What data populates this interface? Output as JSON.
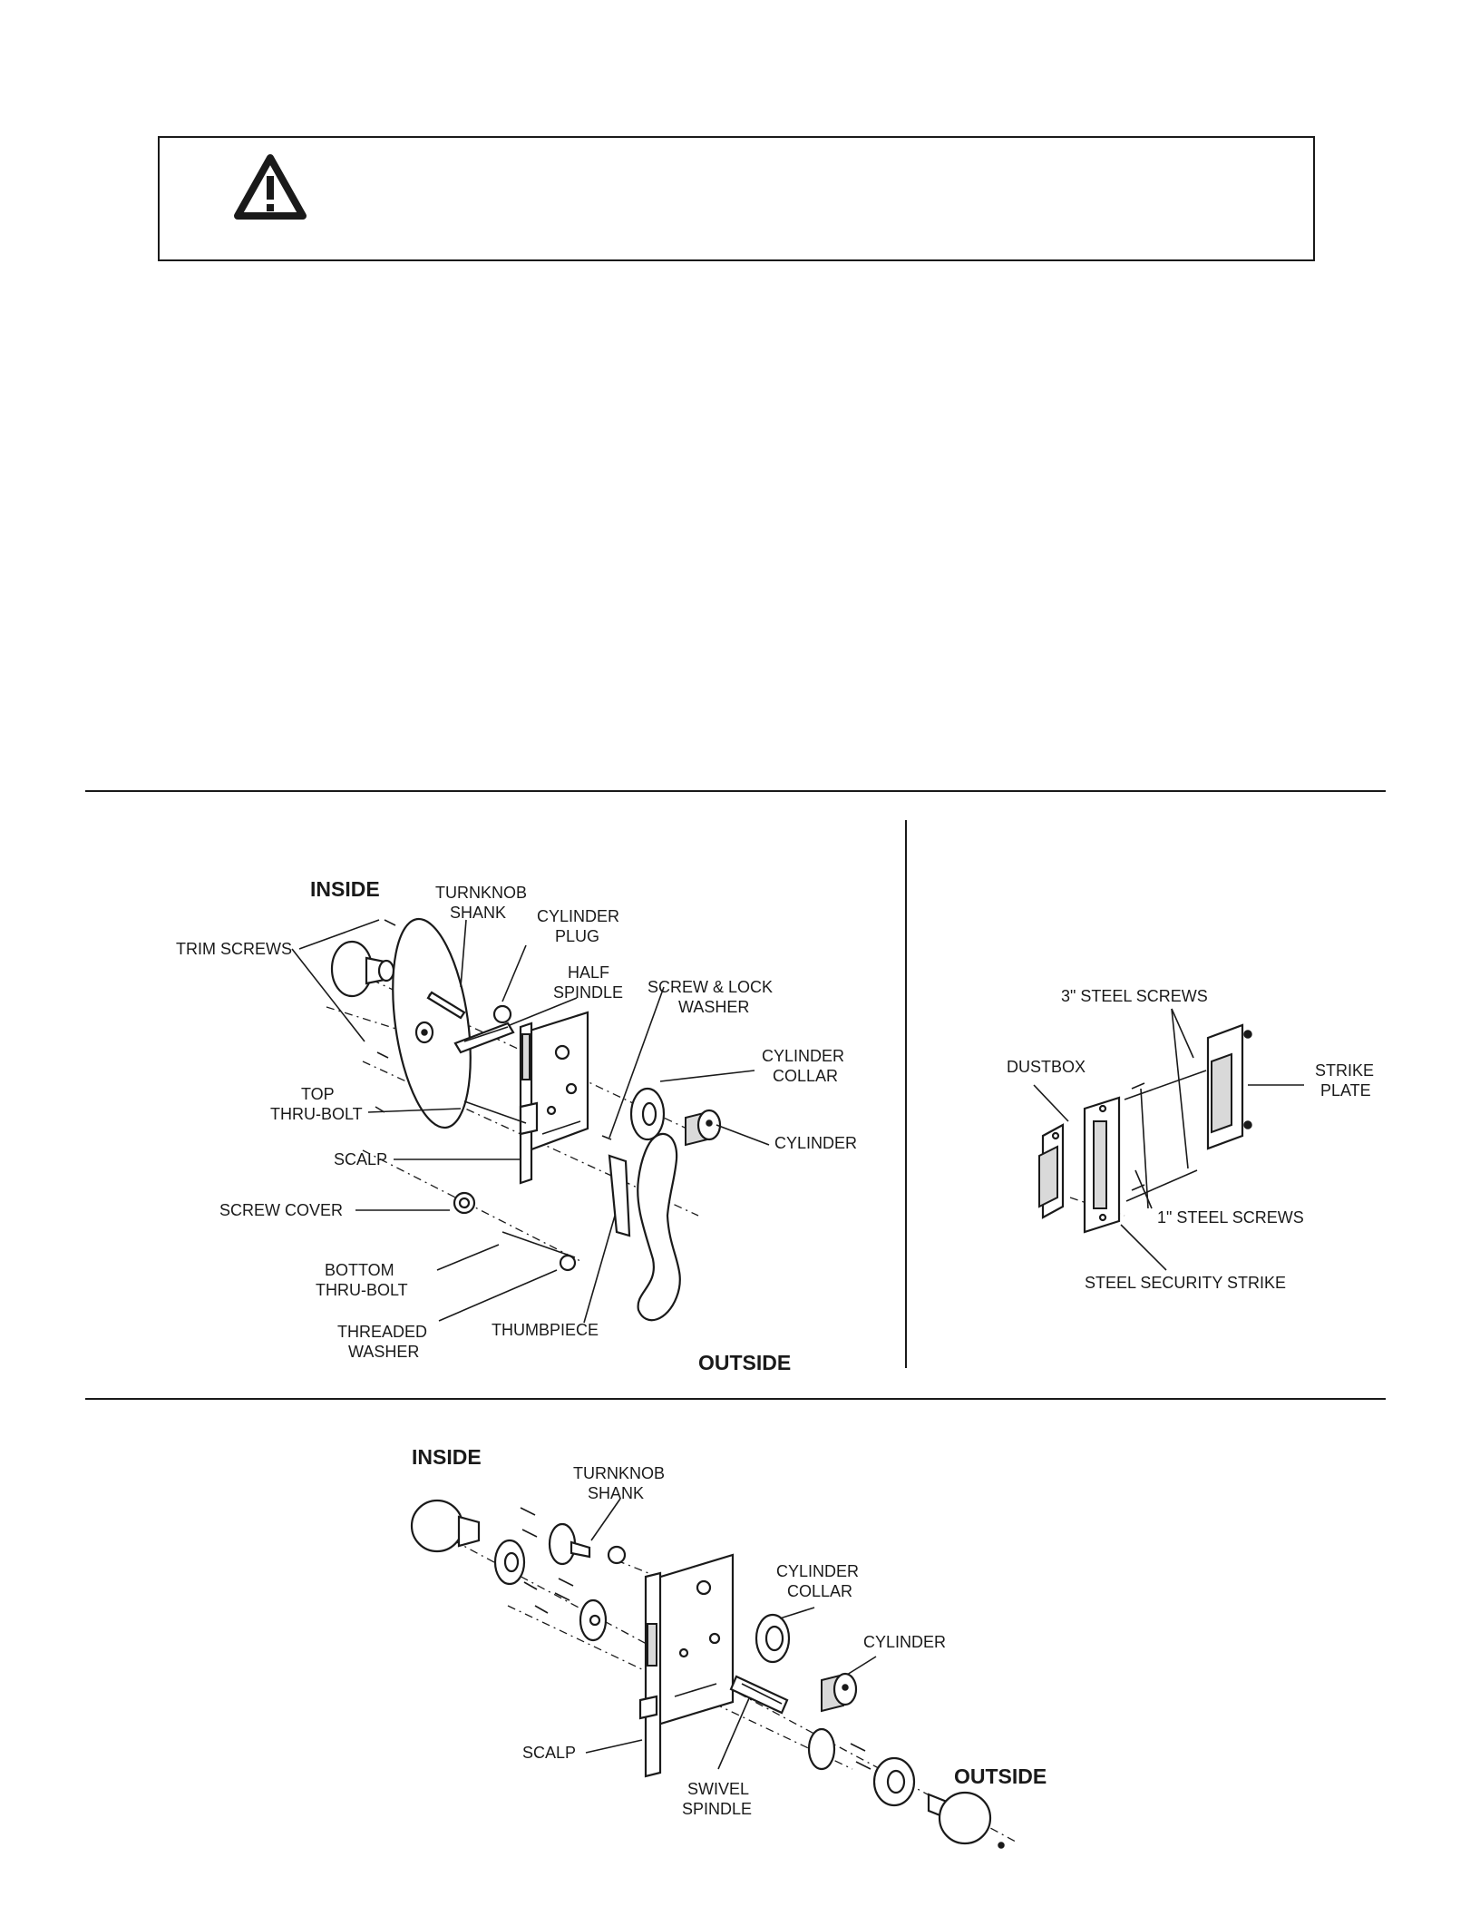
{
  "warning": {
    "icon": "warning-triangle-icon"
  },
  "figure_a": {
    "side_inside": "INSIDE",
    "side_outside": "OUTSIDE",
    "labels": {
      "trim_screws": "TRIM SCREWS",
      "turnknob_1": "TURNKNOB",
      "turnknob_2": "SHANK",
      "cyl_plug_1": "CYLINDER",
      "cyl_plug_2": "PLUG",
      "half_spindle_1": "HALF",
      "half_spindle_2": "SPINDLE",
      "screw_lock_1": "SCREW & LOCK",
      "screw_lock_2": "WASHER",
      "cyl_collar_1": "CYLINDER",
      "cyl_collar_2": "COLLAR",
      "top_thru_1": "TOP",
      "top_thru_2": "THRU-BOLT",
      "scalp": "SCALP",
      "cylinder": "CYLINDER",
      "screw_cover": "SCREW COVER",
      "bottom_thru_1": "BOTTOM",
      "bottom_thru_2": "THRU-BOLT",
      "threaded_1": "THREADED",
      "threaded_2": "WASHER",
      "thumbpiece": "THUMBPIECE"
    }
  },
  "figure_b": {
    "labels": {
      "steel_3": "3\" STEEL SCREWS",
      "dustbox": "DUSTBOX",
      "strike_1": "STRIKE",
      "strike_2": "PLATE",
      "steel_1": "1\" STEEL SCREWS",
      "security": "STEEL SECURITY STRIKE"
    }
  },
  "figure_c": {
    "side_inside": "INSIDE",
    "side_outside": "OUTSIDE",
    "labels": {
      "turnknob_1": "TURNKNOB",
      "turnknob_2": "SHANK",
      "cyl_collar_1": "CYLINDER",
      "cyl_collar_2": "COLLAR",
      "cylinder": "CYLINDER",
      "scalp": "SCALP",
      "swivel_1": "SWIVEL",
      "swivel_2": "SPINDLE"
    }
  }
}
